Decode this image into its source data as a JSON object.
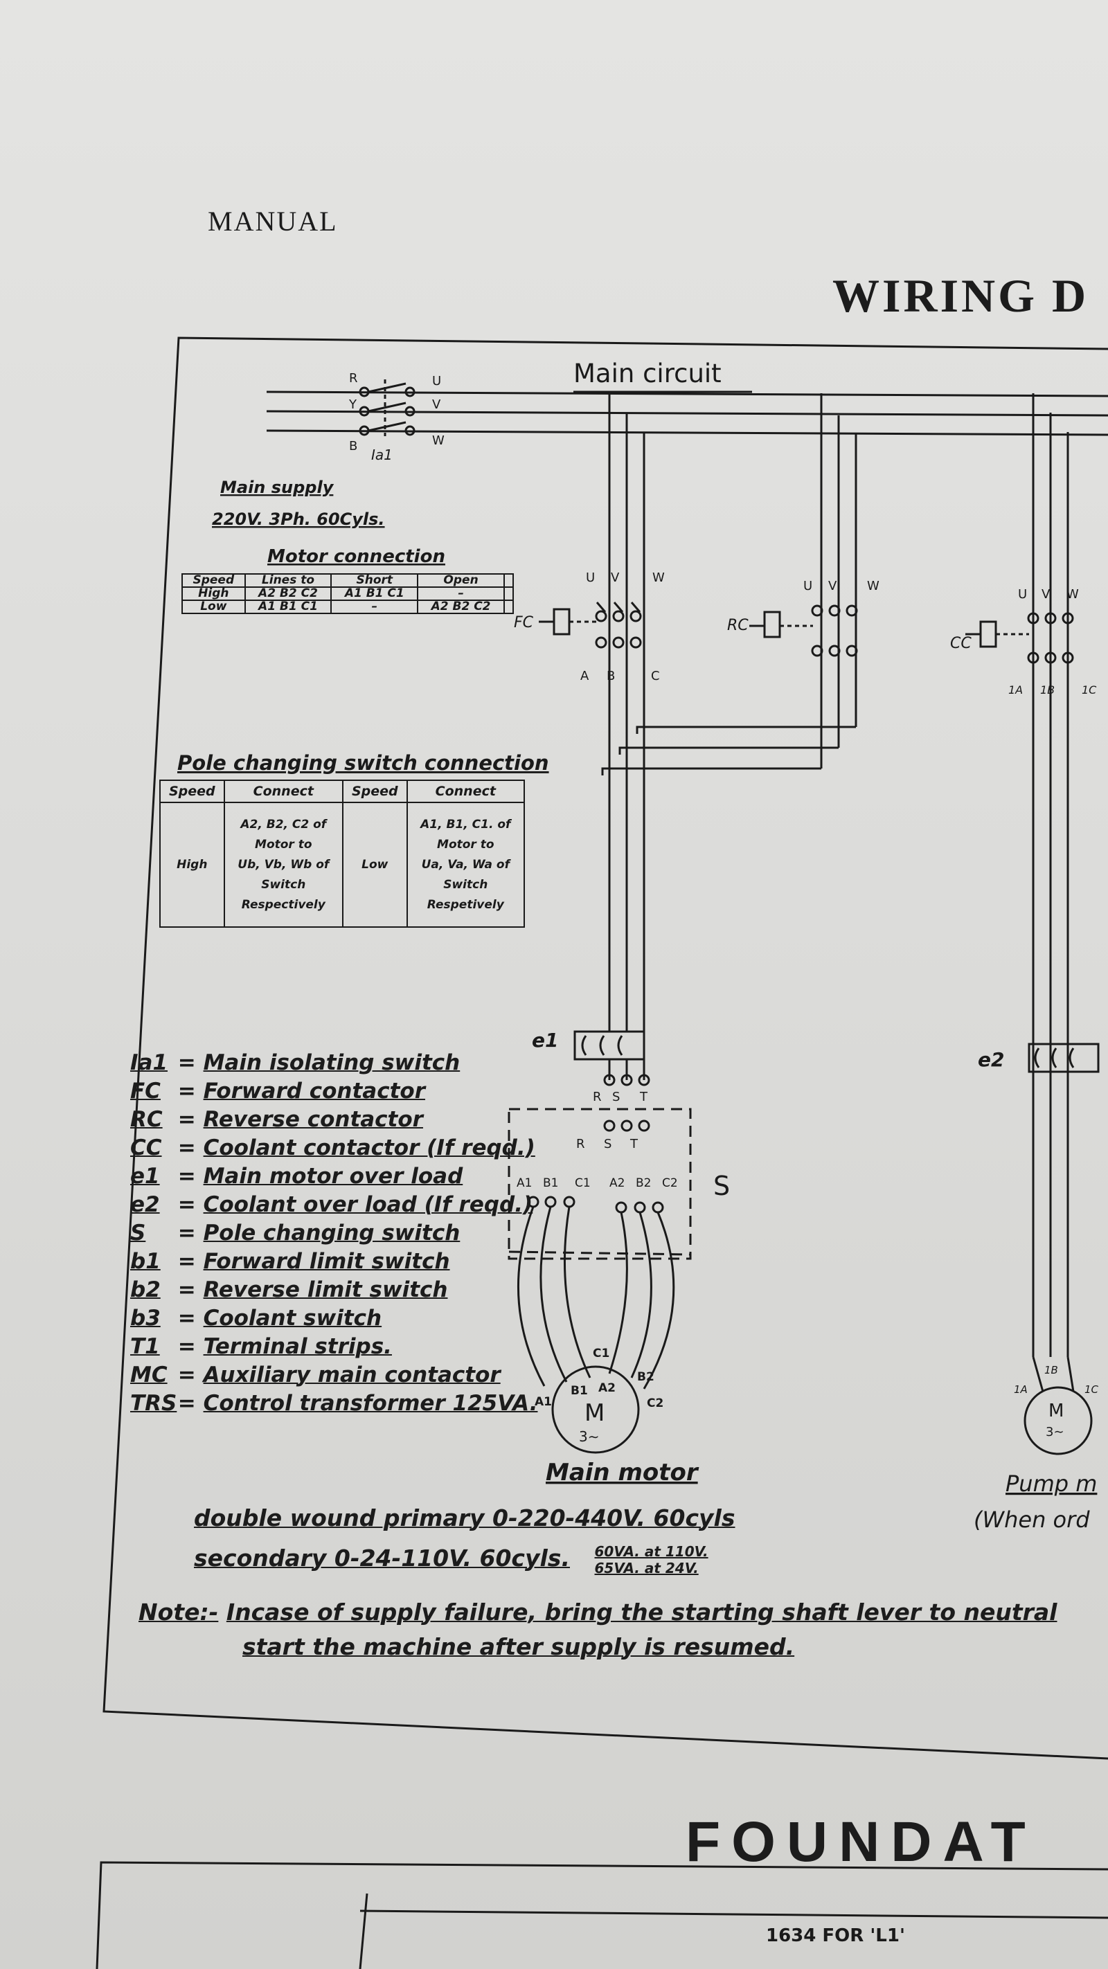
{
  "header": {
    "manual": "MANUAL",
    "title": "WIRING D"
  },
  "main_circuit_title": "Main circuit",
  "main_supply": {
    "line1": "Main supply",
    "line2": "220V. 3Ph. 60Cyls."
  },
  "isolator_labels": {
    "r": "R",
    "y": "Y",
    "b": "B",
    "u": "U",
    "v": "V",
    "w": "W",
    "name": "Ia1"
  },
  "motor_connection": {
    "title": "Motor connection",
    "headers": [
      "Speed",
      "Lines to",
      "Short",
      "Open"
    ],
    "rows": [
      [
        "High",
        "A2 B2 C2",
        "A1 B1 C1",
        "–"
      ],
      [
        "Low",
        "A1 B1 C1",
        "–",
        "A2 B2 C2"
      ]
    ]
  },
  "pole_switch": {
    "title": "Pole changing switch connection",
    "headers": [
      "Speed",
      "Connect",
      "Speed",
      "Connect"
    ],
    "row": [
      "High",
      "A2, B2, C2 of\nMotor to\nUb, Vb, Wb of\nSwitch\nRespectively",
      "Low",
      "A1, B1, C1. of\nMotor to\nUa, Va, Wa of\nSwitch\nRespetively"
    ]
  },
  "contactor_labels": {
    "fc": "FC",
    "rc": "RC",
    "cc": "CC",
    "fc_top": [
      "U",
      "V",
      "W"
    ],
    "fc_bottom": [
      "A",
      "B",
      "C"
    ],
    "rc_top": [
      "U",
      "V",
      "W"
    ],
    "cc_top": [
      "U",
      "V",
      "W"
    ],
    "cc_bottom": [
      "1A",
      "1B",
      "1C"
    ]
  },
  "overload_labels": {
    "e1": "e1",
    "e2": "e2"
  },
  "switch_labels": {
    "top": [
      "R",
      "S",
      "T"
    ],
    "bottom": [
      "R",
      "S",
      "T"
    ],
    "terminals": [
      "A1",
      "B1",
      "C1",
      "A2",
      "B2",
      "C2"
    ],
    "name": "S"
  },
  "main_motor": {
    "symbol": "M",
    "phase": "3∼",
    "label": "Main motor",
    "terminals": [
      "A1",
      "B1",
      "A2",
      "C1",
      "B2",
      "C2"
    ]
  },
  "pump_motor": {
    "symbol": "M",
    "phase": "3∼",
    "label": "Pump m",
    "sublabel": "(When ord",
    "terminals": [
      "1A",
      "1B",
      "1C"
    ]
  },
  "legend": [
    {
      "code": "Ia1",
      "desc": "Main isolating switch"
    },
    {
      "code": "FC",
      "desc": "Forward contactor"
    },
    {
      "code": "RC",
      "desc": "Reverse contactor"
    },
    {
      "code": "CC",
      "desc": "Coolant contactor (If reqd.)"
    },
    {
      "code": "e1",
      "desc": "Main motor over load"
    },
    {
      "code": "e2",
      "desc": "Coolant over load (If reqd.)"
    },
    {
      "code": "S",
      "desc": "Pole changing switch"
    },
    {
      "code": "b1",
      "desc": "Forward limit switch"
    },
    {
      "code": "b2",
      "desc": "Reverse limit switch"
    },
    {
      "code": "b3",
      "desc": "Coolant switch"
    },
    {
      "code": "T1",
      "desc": "Terminal strips."
    },
    {
      "code": "MC",
      "desc": "Auxiliary main contactor"
    },
    {
      "code": "TRS",
      "desc": "Control transformer 125VA."
    }
  ],
  "transformer": {
    "primary": "double wound primary 0-220-440V. 60cyls",
    "secondary": "secondary 0-24-110V. 60cyls.",
    "rating1": "60VA. at 110V.",
    "rating2": "65VA. at 24V."
  },
  "note": {
    "label": "Note:-",
    "line1": "Incase of supply failure, bring the starting shaft lever to neutral",
    "line2": "start the machine after supply is resumed."
  },
  "foundation": {
    "title": "FOUNDAT",
    "sub": "1634 FOR 'L1'"
  }
}
